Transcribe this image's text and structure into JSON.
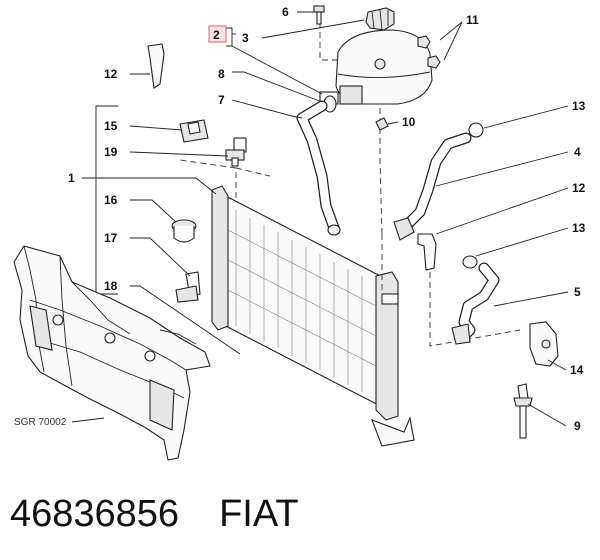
{
  "callouts": {
    "c1": "1",
    "c2": "2",
    "c3": "3",
    "c4": "4",
    "c5": "5",
    "c6": "6",
    "c7": "7",
    "c8": "8",
    "c9": "9",
    "c10": "10",
    "c11": "11",
    "c12a": "12",
    "c12b": "12",
    "c13a": "13",
    "c13b": "13",
    "c14": "14",
    "c15": "15",
    "c16": "16",
    "c17": "17",
    "c18": "18",
    "c19": "19"
  },
  "reference_code": "SGR 70002",
  "footer": {
    "part_number": "46836856",
    "brand": "FIAT"
  },
  "colors": {
    "highlight_box": "#e05a6a",
    "line": "#222222"
  }
}
